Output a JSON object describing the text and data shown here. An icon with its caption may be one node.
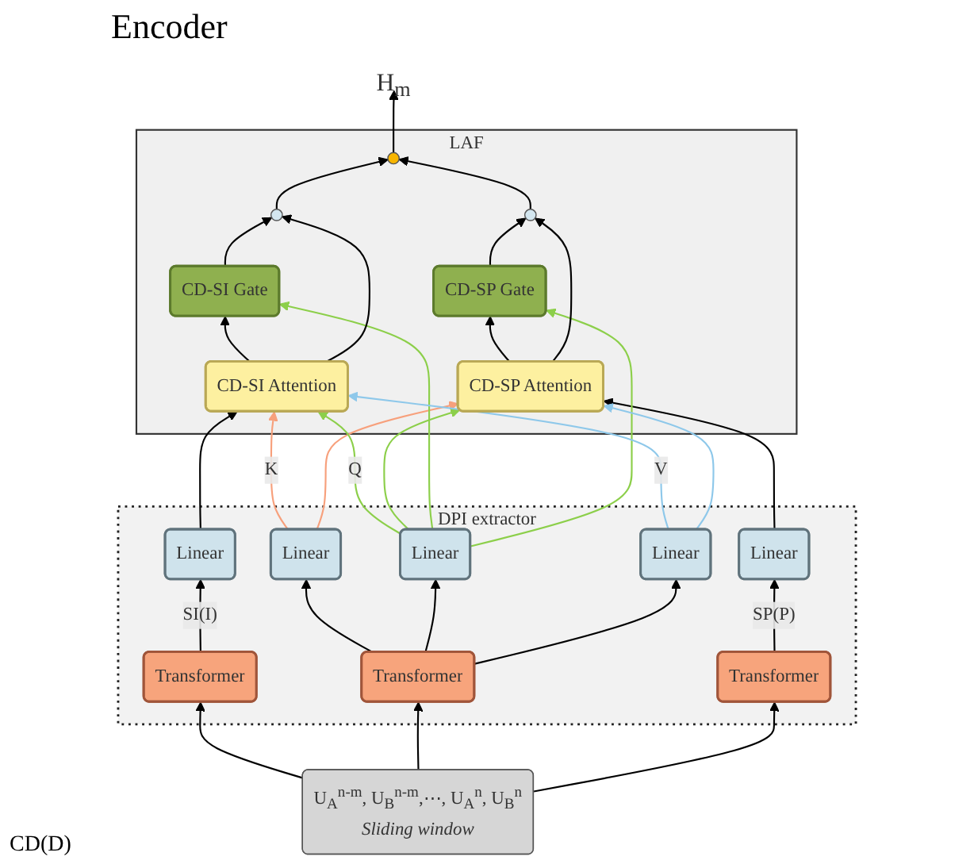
{
  "diagram": {
    "title": "Encoder",
    "nodes": [
      {
        "text": [
          "H$_{m}$"
        ]
      },
      {
        "text": [
          "LAF"
        ]
      },
      {
        "text": [],
        "shape": "circle",
        "in": 1
      },
      {
        "text": [],
        "shape": "circle",
        "in": 1
      },
      {
        "text": [],
        "shape": "circle",
        "in": 1
      },
      {
        "text": [
          "CD-SI Gate"
        ],
        "in": 1
      },
      {
        "text": [
          "CD-SP Gate"
        ],
        "in": 1
      },
      {
        "text": [
          "CD-SI Attention"
        ],
        "in": 1
      },
      {
        "text": [
          "CD-SP Attention"
        ],
        "in": 1
      },
      {
        "text": [
          "DPI extractor"
        ]
      },
      {
        "text": [
          "Linear"
        ],
        "in": 9
      },
      {
        "text": [
          "Linear"
        ],
        "in": 9
      },
      {
        "text": [
          "Linear"
        ],
        "in": 9
      },
      {
        "text": [
          "Linear"
        ],
        "in": 9
      },
      {
        "text": [
          "Linear"
        ],
        "in": 9
      },
      {
        "text": [
          "Transformer"
        ],
        "in": 9
      },
      {
        "text": [
          "Transformer"
        ],
        "in": 9
      },
      {
        "text": [
          "Transformer"
        ],
        "in": 9
      },
      {
        "text": [
          "U$_{A}$$^{n-m}$, U$_{B}$$^{n-m}$,⋯, U$_{A}$$^{n}$, U$_{B}$$^{n}$",
          "Sliding window"
        ]
      }
    ],
    "edges": [
      {
        "from": 18,
        "to": 15,
        "arrow": "to"
      },
      {
        "from": 18,
        "to": 16,
        "arrow": "to"
      },
      {
        "from": 18,
        "to": 17,
        "arrow": "to"
      },
      {
        "from": 15,
        "to": 10,
        "arrow": "to",
        "label": "SI(I)"
      },
      {
        "from": 16,
        "to": 11,
        "arrow": "to"
      },
      {
        "from": 16,
        "to": 12,
        "arrow": "to"
      },
      {
        "from": 16,
        "to": 13,
        "arrow": "to"
      },
      {
        "from": 17,
        "to": 14,
        "arrow": "to",
        "label": "SP(P)"
      },
      {
        "from": 10,
        "to": 7,
        "arrow": "to"
      },
      {
        "from": 14,
        "to": 8,
        "arrow": "to"
      },
      {
        "from": 11,
        "to": 7,
        "arrow": "to",
        "label": "K",
        "color": "#f7a07c"
      },
      {
        "from": 11,
        "to": 8,
        "arrow": "to",
        "color": "#f7a07c"
      },
      {
        "from": 12,
        "to": 7,
        "arrow": "to",
        "label": "Q",
        "color": "#8ccf4a"
      },
      {
        "from": 12,
        "to": 8,
        "arrow": "to",
        "color": "#8ccf4a"
      },
      {
        "from": 12,
        "to": 5,
        "arrow": "to",
        "color": "#8ccf4a"
      },
      {
        "from": 12,
        "to": 6,
        "arrow": "to",
        "color": "#8ccf4a"
      },
      {
        "from": 13,
        "to": 7,
        "arrow": "to",
        "label": "V",
        "color": "#8ec8ea"
      },
      {
        "from": 13,
        "to": 8,
        "arrow": "to",
        "color": "#8ec8ea"
      },
      {
        "from": 7,
        "to": 5,
        "arrow": "to"
      },
      {
        "from": 7,
        "to": 2,
        "arrow": "to"
      },
      {
        "from": 5,
        "to": 2,
        "arrow": "to"
      },
      {
        "from": 8,
        "to": 6,
        "arrow": "to"
      },
      {
        "from": 8,
        "to": 4,
        "arrow": "to"
      },
      {
        "from": 6,
        "to": 4,
        "arrow": "to"
      },
      {
        "from": 2,
        "to": 3,
        "arrow": "to"
      },
      {
        "from": 4,
        "to": 3,
        "arrow": "to"
      },
      {
        "from": 3,
        "to": 0,
        "arrow": "to"
      }
    ],
    "labels": [
      "CD(D)"
    ]
  }
}
